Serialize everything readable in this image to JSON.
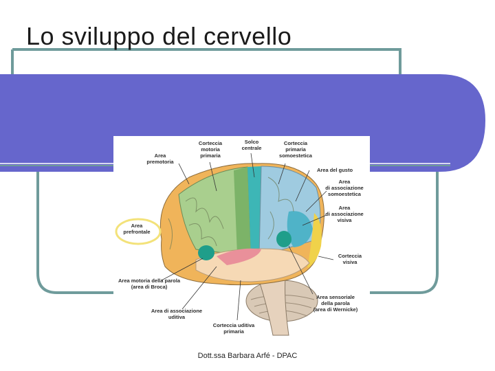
{
  "slide": {
    "title": "Lo sviluppo del cervello",
    "footer": "Dott.ssa Barbara Arfé - DPAC",
    "colors": {
      "band": "#6666cc",
      "frame": "#6f9b9b",
      "background": "#ffffff"
    }
  },
  "figure": {
    "labels": {
      "premotoria": "Area\npremotoria",
      "motoria": "Corteccia\nmotoria\nprimaria",
      "solco": "Solco\ncentrale",
      "somestetica": "Corteccia\nprimaria\nsomoestetica",
      "gusto": "Area del gusto",
      "assoc_somo": "Area\ndi associazione\nsomoestetica",
      "assoc_visiva": "Area\ndi associazione\nvisiva",
      "prefrontale": "Area\nprefrontale",
      "visiva": "Corteccia\nvisiva",
      "broca": "Area motoria della parola\n(area di Broca)",
      "wernicke": "Area sensoriale\ndella parola\n(area di Wernicke)",
      "assoc_uditiva": "Area di associazione\nuditiva",
      "uditiva": "Corteccia uditiva\nprimaria"
    }
  }
}
